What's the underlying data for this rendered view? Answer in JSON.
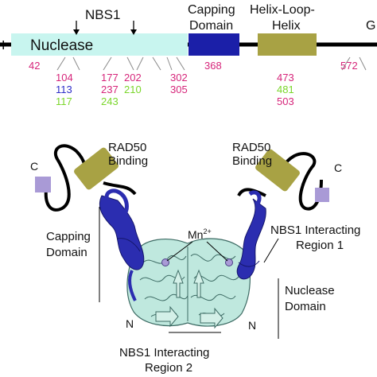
{
  "domain_diagram": {
    "top": {
      "left_partial": "I",
      "nbs1_label": "NBS1",
      "nuclease": "Nuclease",
      "capping_line1": "Capping",
      "capping_line2": "Domain",
      "hlh_line1": "Helix-Loop-",
      "hlh_line2": "Helix",
      "right_partial": "G",
      "numbers": {
        "n42": "42",
        "n104": "104",
        "n113": "113",
        "n117": "117",
        "n177": "177",
        "n237": "237",
        "n243": "243",
        "n202": "202",
        "n210": "210",
        "n302": "302",
        "n305": "305",
        "n368": "368",
        "n473": "473",
        "n481": "481",
        "n503": "503",
        "n572": "572"
      },
      "colors": {
        "nuclease": "#c8f5ef",
        "capping": "#1b1fa8",
        "hlh": "#a8a244",
        "magenta": "#d6257a",
        "blue": "#2d2dc8",
        "green": "#7ad62a",
        "line": "#000000"
      }
    },
    "structure": {
      "rad50_left_line1": "RAD50",
      "rad50_left_line2": "Binding",
      "rad50_right_line1": "RAD50",
      "rad50_right_line2": "Binding",
      "c_left": "C",
      "c_right": "C",
      "mn_label": "Mn",
      "mn_sup": "2+",
      "nbs1_r1_line1": "NBS1 Interacting",
      "nbs1_r1_line2": "Region 1",
      "capping_line1": "Capping",
      "capping_line2": "Domain",
      "nuclease_line1": "Nuclease",
      "nuclease_line2": "Domain",
      "n_left": "N",
      "n_right": "N",
      "nbs1_r2_line1": "NBS1 Interacting",
      "nbs1_r2_line2": "Region 2",
      "colors": {
        "helix_block": "#a8a244",
        "c_box": "#a99ad6",
        "capping_blue": "#2b2db0",
        "core": "#bfe8de",
        "core_dark": "#3d6b64"
      }
    }
  }
}
